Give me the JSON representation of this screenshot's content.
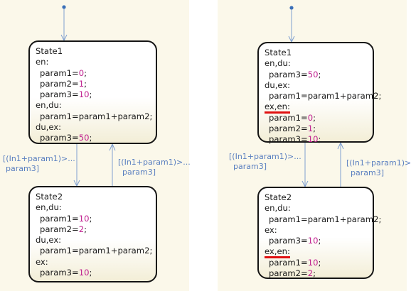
{
  "colors": {
    "panel_bg": "#fbf8ea",
    "wire": "#7f9fd0",
    "number": "#c0208f",
    "label": "#5a7fc0",
    "highlight": "#e01010"
  },
  "left": {
    "state1": {
      "name": "State1",
      "en_label": "en:",
      "en_a": "param1=",
      "en_a_v": "0",
      "en_b": "param2=",
      "en_b_v": "1",
      "en_c": "param3=",
      "en_c_v": "10",
      "endu_label": "en,du:",
      "endu_a": "param1=param1+param2;",
      "duex_label": "du,ex:",
      "duex_a": "param3=",
      "duex_a_v": "50"
    },
    "t1_line1": "[(In1+param1)>...",
    "t1_line2": "param3]",
    "t2_line1": "[(In1+param1)>...",
    "t2_line2": "param3]",
    "state2": {
      "name": "State2",
      "endu_label": "en,du:",
      "endu_a": "param1=",
      "endu_a_v": "10",
      "endu_b": "param2=",
      "endu_b_v": "2",
      "duex_label": "du,ex:",
      "duex_a": "param1=param1+param2;",
      "ex_label": "ex:",
      "ex_a": "param3=",
      "ex_a_v": "10"
    }
  },
  "right": {
    "state1": {
      "name": "State1",
      "endu_label": "en,du:",
      "endu_a": "param3=",
      "endu_a_v": "50",
      "duex_label": "du,ex:",
      "duex_a": "param1=param1+param2;",
      "exen_label": "ex,en:",
      "exen_a": "param1=",
      "exen_a_v": "0",
      "exen_b": "param2=",
      "exen_b_v": "1",
      "exen_c": "param3=",
      "exen_c_v": "10"
    },
    "t1_line1": "[(In1+param1)>...",
    "t1_line2": "param3]",
    "t2_line1": "[(In1+param1)>",
    "t2_line2": "param3]",
    "state2": {
      "name": "State2",
      "endu_label": "en,du:",
      "endu_a": "param1=param1+param2;",
      "ex_label": "ex:",
      "ex_a": "param3=",
      "ex_a_v": "10",
      "exen_label": "ex,en:",
      "exen_a": "param1=",
      "exen_a_v": "10",
      "exen_b": "param2=",
      "exen_b_v": "2"
    }
  }
}
